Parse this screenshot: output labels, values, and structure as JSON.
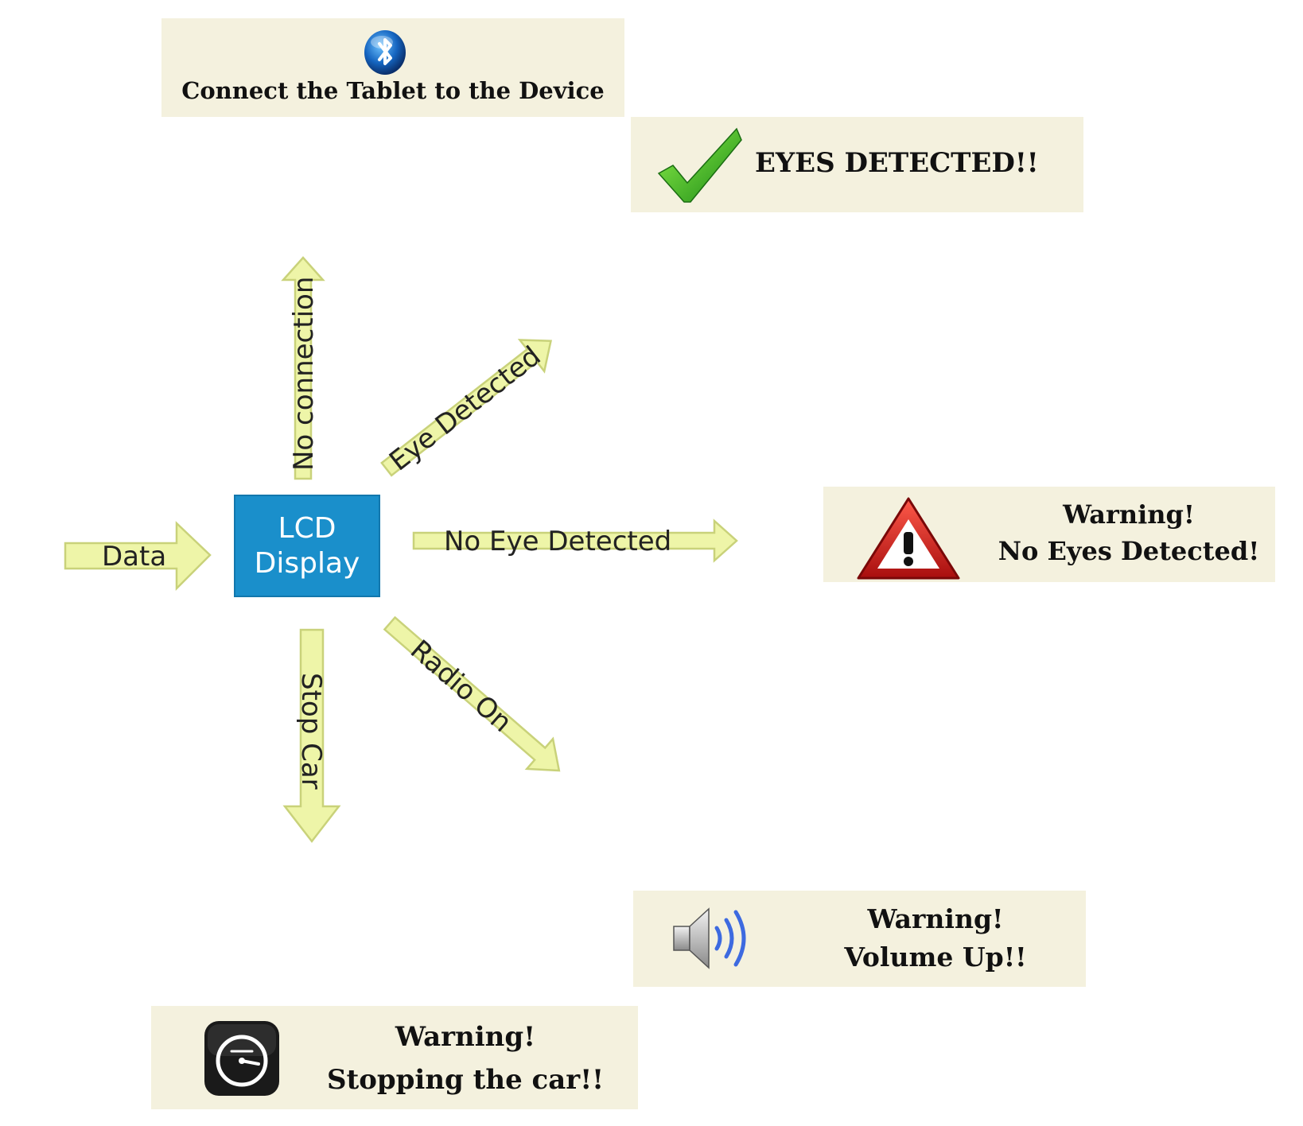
{
  "panels": {
    "connect": {
      "label": "Connect the Tablet to the Device",
      "icon": "bluetooth-icon"
    },
    "eyes_detected": {
      "label": "EYES DETECTED!!",
      "icon": "checkmark-icon"
    },
    "no_eyes": {
      "line1": "Warning!",
      "line2": "No Eyes Detected!",
      "icon": "warning-triangle-icon"
    },
    "volume": {
      "line1": "Warning!",
      "line2": "Volume Up!!",
      "icon": "speaker-icon"
    },
    "stop_car": {
      "line1": "Warning!",
      "line2": "Stopping the car!!",
      "icon": "speedometer-icon"
    }
  },
  "center": {
    "line1": "LCD",
    "line2": "Display"
  },
  "arrows": {
    "data": "Data",
    "no_connection": "No connection",
    "eye_detected": "Eye Detected",
    "no_eye_detected": "No Eye Detected",
    "radio_on": "Radio On",
    "stop_car": "Stop Car"
  },
  "colors": {
    "panel_bg": "#f4f1de",
    "arrow_fill": "#eef5a8",
    "arrow_stroke": "#c9d27a",
    "lcd_blue": "#1a8fcb"
  }
}
